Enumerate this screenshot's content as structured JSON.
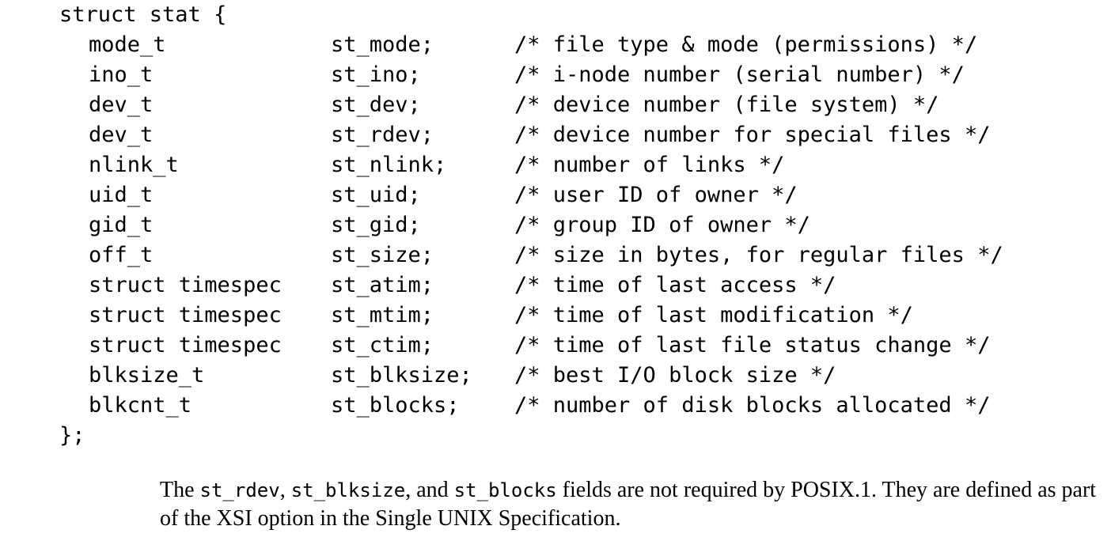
{
  "code": {
    "open": "struct stat {",
    "close": "};",
    "members": [
      {
        "type": "mode_t",
        "name": "st_mode;",
        "comment": "/* file type & mode (permissions) */"
      },
      {
        "type": "ino_t",
        "name": "st_ino;",
        "comment": "/* i-node number (serial number) */"
      },
      {
        "type": "dev_t",
        "name": "st_dev;",
        "comment": "/* device number (file system) */"
      },
      {
        "type": "dev_t",
        "name": "st_rdev;",
        "comment": "/* device number for special files */"
      },
      {
        "type": "nlink_t",
        "name": "st_nlink;",
        "comment": "/* number of links */"
      },
      {
        "type": "uid_t",
        "name": "st_uid;",
        "comment": "/* user ID of owner */"
      },
      {
        "type": "gid_t",
        "name": "st_gid;",
        "comment": "/* group ID of owner */"
      },
      {
        "type": "off_t",
        "name": "st_size;",
        "comment": "/* size in bytes, for regular files */"
      },
      {
        "type": "struct timespec",
        "name": "st_atim;",
        "comment": "/* time of last access */"
      },
      {
        "type": "struct timespec",
        "name": "st_mtim;",
        "comment": "/* time of last modification */"
      },
      {
        "type": "struct timespec",
        "name": "st_ctim;",
        "comment": "/* time of last file status change */"
      },
      {
        "type": "blksize_t",
        "name": "st_blksize;",
        "comment": "/* best I/O block size */"
      },
      {
        "type": "blkcnt_t",
        "name": "st_blocks;",
        "comment": "/* number of disk blocks allocated */"
      }
    ]
  },
  "note": {
    "text_1": "The ",
    "field_1": "st_rdev",
    "text_2": ", ",
    "field_2": "st_blksize",
    "text_3": ", and ",
    "field_3": "st_blocks",
    "text_4": " fields are not required by POSIX.1.  They are defined as part of the XSI option in the Single UNIX Specification."
  }
}
